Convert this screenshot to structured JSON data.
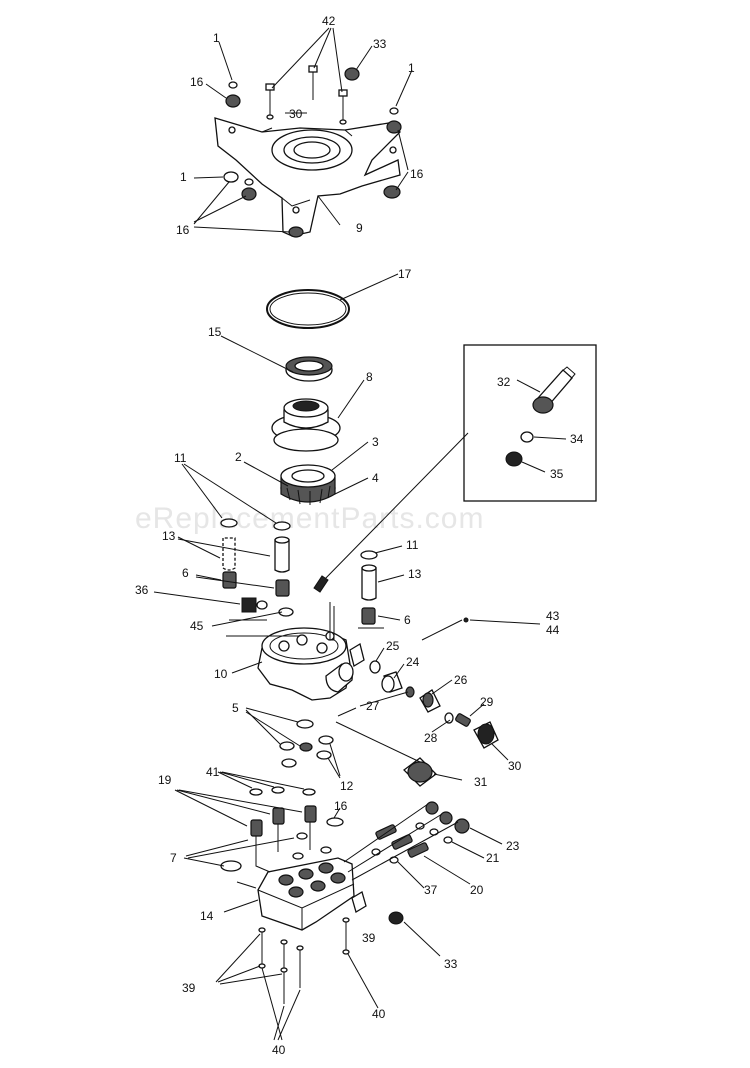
{
  "watermark": "eReplacementParts.com",
  "callouts": {
    "c42": "42",
    "c33a": "33",
    "c1a": "1",
    "c1b": "1",
    "c16a": "16",
    "c30": "30",
    "c16b": "16",
    "c1c": "1",
    "c16c": "16",
    "c9": "9",
    "c17": "17",
    "c15": "15",
    "c8": "8",
    "c2": "2",
    "c3": "3",
    "c4": "4",
    "c11a": "11",
    "c13a": "13",
    "c6a": "6",
    "c36a": "36",
    "c45": "45",
    "c11b": "11",
    "c13b": "13",
    "c6b": "6",
    "c43": "43",
    "c44": "44",
    "c32": "32",
    "c34": "34",
    "c35": "35",
    "c10": "10",
    "c25": "25",
    "c24": "24",
    "c26": "26",
    "c27": "27",
    "c28": "28",
    "c29": "29",
    "c30b": "30",
    "c5": "5",
    "c12": "12",
    "c31": "31",
    "c41": "41",
    "c19": "19",
    "c16d": "16",
    "c7": "7",
    "c23": "23",
    "c21": "21",
    "c20": "20",
    "c37": "37",
    "c14": "14",
    "c39a": "39",
    "c33b": "33",
    "c39b": "39",
    "c40a": "40",
    "c40b": "40"
  }
}
